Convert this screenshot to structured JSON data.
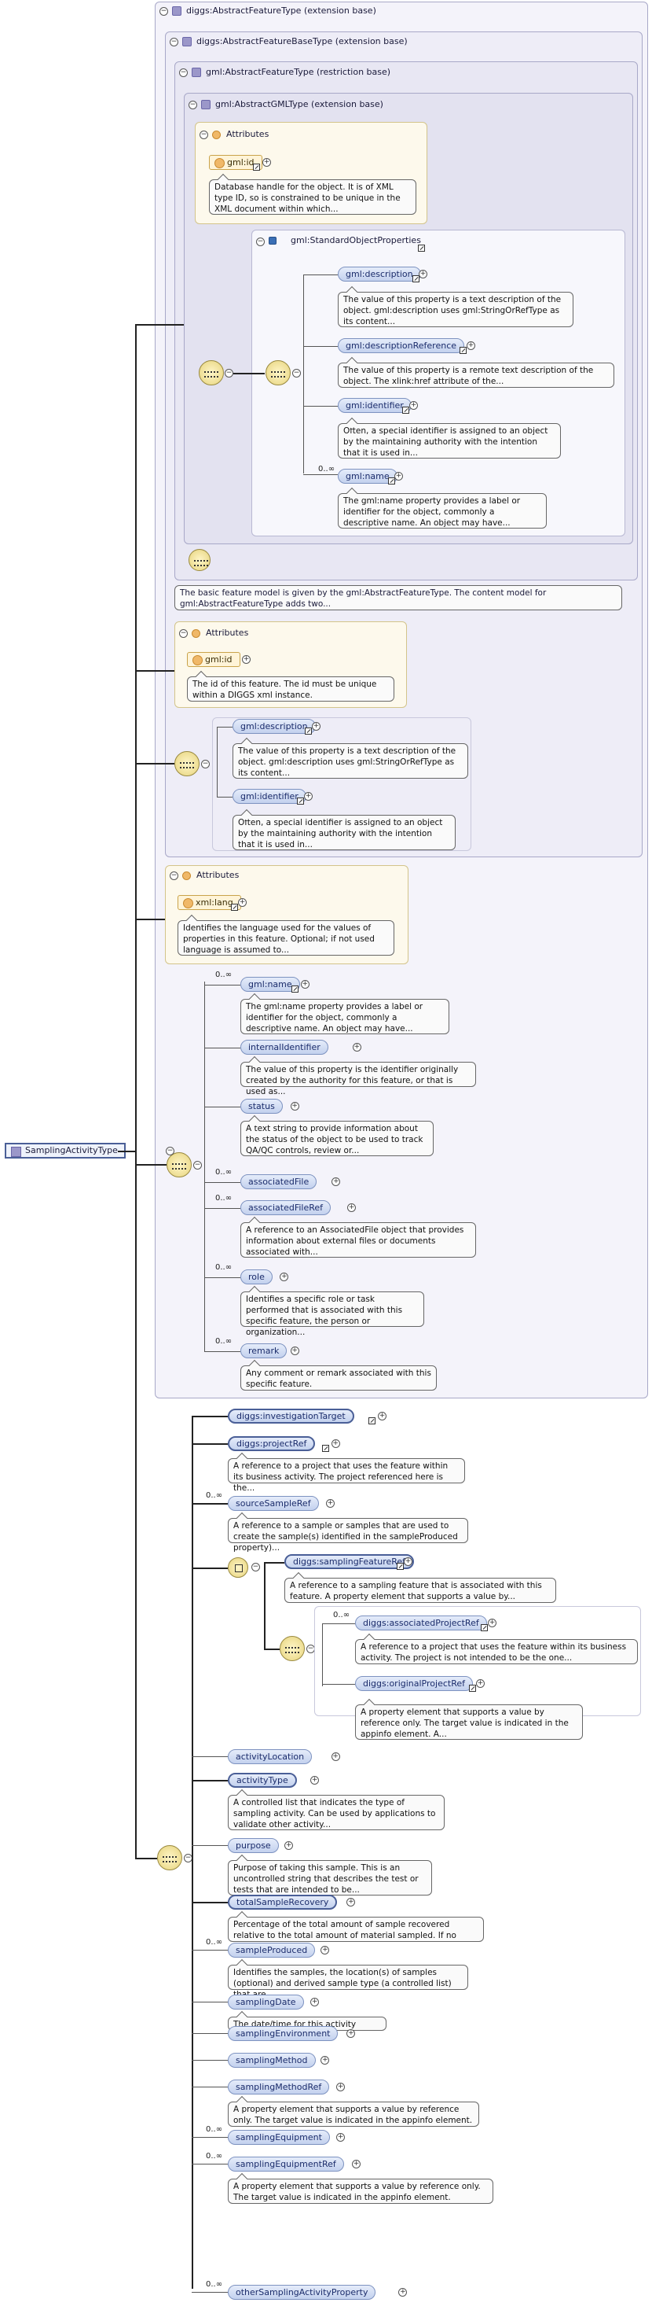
{
  "root": {
    "label": "SamplingActivityType"
  },
  "base": {
    "title": "diggs:AbstractFeatureType (extension base)",
    "fbase_title": "diggs:AbstractFeatureBaseType (extension base)",
    "gmlfeat_title": "gml:AbstractFeatureType (restriction base)",
    "gmlgml_title": "gml:AbstractGMLType (extension base)",
    "attrs_label": "Attributes",
    "gmlid": {
      "label": "gml:id",
      "doc": "Database handle for the object. It is of XML type ID, so is constrained to be unique in the XML document within which..."
    },
    "sop_title": "gml:StandardObjectProperties",
    "sop": [
      {
        "label": "gml:description",
        "doc": "The value of this property is a text description of the object. gml:description uses gml:StringOrRefType as its content...",
        "mult": ""
      },
      {
        "label": "gml:descriptionReference",
        "doc": "The value of this property is a remote text description of the object. The xlink:href attribute of the...",
        "mult": ""
      },
      {
        "label": "gml:identifier",
        "doc": "Often, a special identifier is assigned to an object by the maintaining authority with the intention that it is used in...",
        "mult": ""
      },
      {
        "label": "gml:name",
        "doc": "The gml:name property provides a label or identifier for the object, commonly a descriptive name. An object may have...",
        "mult": "0..∞"
      }
    ],
    "feat_doc": "The basic feature model is given by the gml:AbstractFeatureType. The content model for gml:AbstractFeatureType adds two...",
    "fb_attrs_label": "Attributes",
    "fb_gmlid": {
      "label": "gml:id",
      "doc": "The id of this feature. The id must be unique within a DIGGS xml instance."
    },
    "fb_seq": [
      {
        "label": "gml:description",
        "doc": "The value of this property is a text description of the object. gml:description uses gml:StringOrRefType as its content..."
      },
      {
        "label": "gml:identifier",
        "doc": "Often, a special identifier is assigned to an object by the maintaining authority with the intention that it is used in..."
      }
    ],
    "af_attrs_label": "Attributes",
    "xmllang": {
      "label": "xml:lang",
      "doc": "Identifies the language used for the values of properties in this feature. Optional; if not used language is assumed to..."
    },
    "af_seq": [
      {
        "label": "gml:name",
        "mult": "0..∞",
        "doc": "The gml:name property provides a label or identifier for the object, commonly a descriptive name. An object may have..."
      },
      {
        "label": "internalIdentifier",
        "mult": "",
        "doc": "The value of this property is the identifier originally created by the authority for this feature, or that is used as..."
      },
      {
        "label": "status",
        "mult": "",
        "doc": "A text string to provide information about the status of the object to be used to track QA/QC controls, review or..."
      },
      {
        "label": "associatedFile",
        "mult": "0..∞",
        "doc": ""
      },
      {
        "label": "associatedFileRef",
        "mult": "0..∞",
        "doc": "A reference to an AssociatedFile object that provides information about external files or documents associated with..."
      },
      {
        "label": "role",
        "mult": "0..∞",
        "doc": "Identifies a specific role or task performed that is associated with this specific feature, the person or organization..."
      },
      {
        "label": "remark",
        "mult": "0..∞",
        "doc": "Any comment or remark associated with this specific feature."
      }
    ]
  },
  "main": [
    {
      "label": "diggs:investigationTarget",
      "mult": "",
      "doc": ""
    },
    {
      "label": "diggs:projectRef",
      "mult": "",
      "doc": "A reference to a project that uses the feature within its business activity. The project referenced here is the..."
    },
    {
      "label": "sourceSampleRef",
      "mult": "0..∞",
      "doc": "A reference to a sample or samples that are used to create the sample(s) identified in the sampleProduced property)..."
    }
  ],
  "choice": {
    "first": {
      "label": "diggs:samplingFeatureRef",
      "doc": "A reference to a sampling feature that is associated with this feature. A property element that supports a value by..."
    },
    "seq": [
      {
        "label": "diggs:associatedProjectRef",
        "mult": "0..∞",
        "doc": "A reference to a project that uses the feature within its business activity. The project is not intended to be the one..."
      },
      {
        "label": "diggs:originalProjectRef",
        "mult": "",
        "doc": "A property element that supports a value by reference only. The target value is indicated in the appinfo element. A..."
      }
    ]
  },
  "main2": [
    {
      "label": "activityLocation",
      "mult": "",
      "doc": ""
    },
    {
      "label": "activityType",
      "mult": "",
      "doc": "A controlled list that indicates the type of sampling activity. Can be used by applications to validate other activity..."
    },
    {
      "label": "purpose",
      "mult": "",
      "doc": "Purpose of taking this sample. This is an uncontrolled string that describes the test or tests that are intended to be..."
    },
    {
      "label": "totalSampleRecovery",
      "mult": "",
      "doc": "Percentage of the total amount of sample recovered relative to the total amount of material sampled. If no sample..."
    },
    {
      "label": "sampleProduced",
      "mult": "0..∞",
      "doc": "Identifies the samples, the location(s) of samples (optional) and derived sample type (a controlled list) that are..."
    },
    {
      "label": "samplingDate",
      "mult": "",
      "doc": "The date/time for this activity"
    },
    {
      "label": "samplingEnvironment",
      "mult": "",
      "doc": ""
    },
    {
      "label": "samplingMethod",
      "mult": "",
      "doc": ""
    },
    {
      "label": "samplingMethodRef",
      "mult": "",
      "doc": "A property element that supports a value by reference only. The target value is indicated in the appinfo element."
    },
    {
      "label": "samplingEquipment",
      "mult": "0..∞",
      "doc": ""
    },
    {
      "label": "samplingEquipmentRef",
      "mult": "0..∞",
      "doc": "A property element that supports a value by reference only. The target value is indicated in the appinfo element."
    },
    {
      "label": "otherSamplingActivityProperty",
      "mult": "0..∞",
      "doc": ""
    }
  ]
}
